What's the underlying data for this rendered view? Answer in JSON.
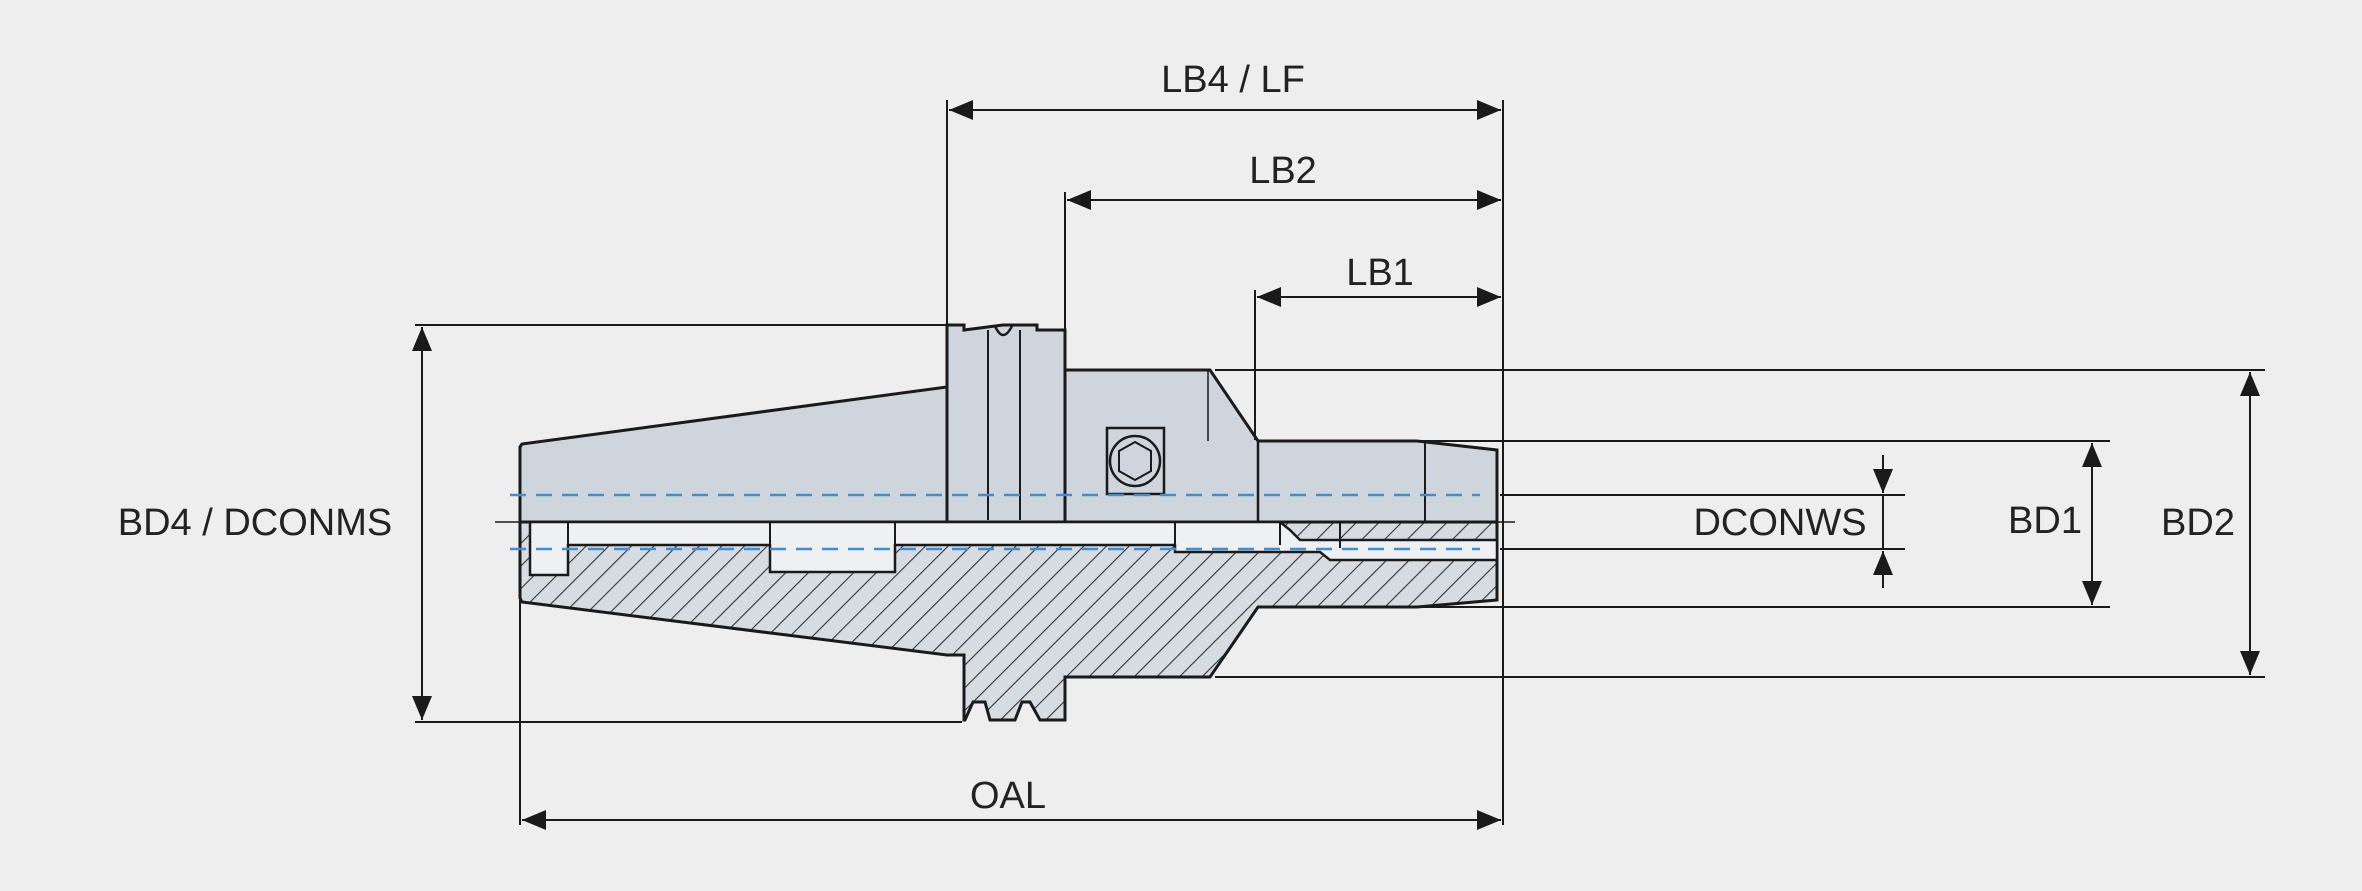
{
  "labels": {
    "lb4_lf": "LB4 / LF",
    "lb2": "LB2",
    "lb1": "LB1",
    "bd4_dconms": "BD4 / DCONMS",
    "dconws": "DCONWS",
    "bd1": "BD1",
    "bd2": "BD2",
    "oal": "OAL"
  },
  "colors": {
    "background": "#eeeeee",
    "outline": "#1a1a1a",
    "body_fill": "#cfd5dc",
    "section_fill": "#d7dce2",
    "hatch": "#333333",
    "center_line": "#3a8fd6"
  }
}
